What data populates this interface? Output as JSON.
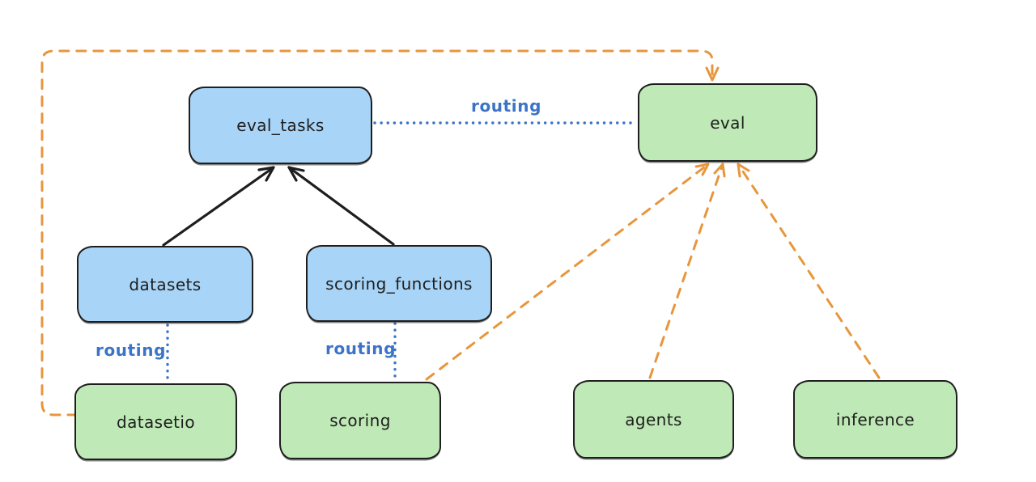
{
  "colors": {
    "background": "#ffffff",
    "node_border": "#1e1e1e",
    "node_blue_fill": "#a8d4f7",
    "node_green_fill": "#bfe9b6",
    "node_text": "#1e1e1e",
    "black_arrow": "#1e1e1e",
    "orange_dashed": "#e8963c",
    "blue_dotted": "#3b74c6",
    "routing_label": "#3b74c6"
  },
  "nodes": {
    "eval_tasks": {
      "label": "eval_tasks",
      "fill": "blue"
    },
    "eval": {
      "label": "eval",
      "fill": "green"
    },
    "datasets": {
      "label": "datasets",
      "fill": "blue"
    },
    "scoring_functions": {
      "label": "scoring_functions",
      "fill": "blue"
    },
    "datasetio": {
      "label": "datasetio",
      "fill": "green"
    },
    "scoring": {
      "label": "scoring",
      "fill": "green"
    },
    "agents": {
      "label": "agents",
      "fill": "green"
    },
    "inference": {
      "label": "inference",
      "fill": "green"
    }
  },
  "edges": [
    {
      "from": "datasets",
      "to": "eval_tasks",
      "style": "solid",
      "color": "black",
      "arrow": true
    },
    {
      "from": "scoring_functions",
      "to": "eval_tasks",
      "style": "solid",
      "color": "black",
      "arrow": true
    },
    {
      "from": "eval_tasks",
      "to": "eval",
      "style": "dotted",
      "color": "blue",
      "arrow": false,
      "label": "routing"
    },
    {
      "from": "datasets",
      "to": "datasetio",
      "style": "dotted",
      "color": "blue",
      "arrow": false,
      "label": "routing"
    },
    {
      "from": "scoring_functions",
      "to": "scoring",
      "style": "dotted",
      "color": "blue",
      "arrow": false,
      "label": "routing"
    },
    {
      "from": "datasetio",
      "to": "eval",
      "style": "dashed",
      "color": "orange",
      "arrow": true,
      "route": "left-and-over-top"
    },
    {
      "from": "scoring",
      "to": "eval",
      "style": "dashed",
      "color": "orange",
      "arrow": true
    },
    {
      "from": "agents",
      "to": "eval",
      "style": "dashed",
      "color": "orange",
      "arrow": true
    },
    {
      "from": "inference",
      "to": "eval",
      "style": "dashed",
      "color": "orange",
      "arrow": true
    }
  ]
}
